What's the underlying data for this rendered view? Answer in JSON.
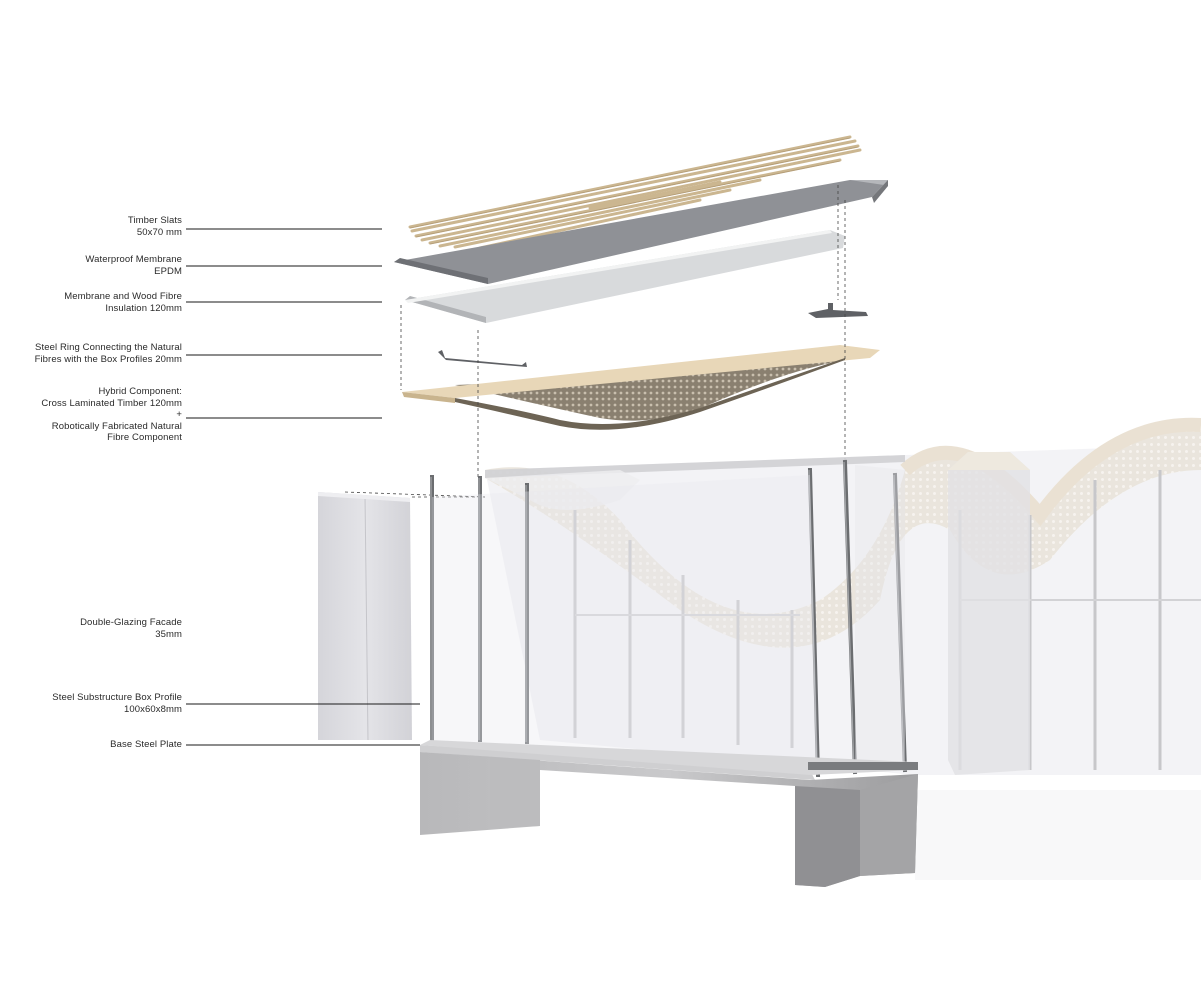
{
  "labels": {
    "timber_slats": {
      "line1": "Timber Slats",
      "line2": "50x70 mm"
    },
    "waterproof_membrane": {
      "line1": "Waterproof Membrane",
      "line2": "EPDM"
    },
    "membrane_insulation": {
      "line1": "Membrane and Wood Fibre",
      "line2": "Insulation 120mm"
    },
    "steel_ring": {
      "line1": "Steel Ring Connecting the Natural",
      "line2": "Fibres with the Box Profiles 20mm"
    },
    "hybrid_component": {
      "line1": "Hybrid Component:",
      "line2": "Cross Laminated Timber 120mm",
      "line3": "+",
      "line4": "Robotically Fabricated Natural",
      "line5": "Fibre Component"
    },
    "double_glazing": {
      "line1": "Double-Glazing Facade",
      "line2": "35mm"
    },
    "box_profile": {
      "line1": "Steel Substructure Box Profile",
      "line2": "100x60x8mm"
    },
    "base_plate": {
      "line1": "Base Steel Plate"
    }
  },
  "colors": {
    "leader_line": "#1a1a1a",
    "timber": "#dcc9a8",
    "membrane": "#8e9096",
    "insulation": "#dcdedf",
    "steel": "#6b6d70",
    "fibre": "#7d7363",
    "glass": "#e8e8ec",
    "concrete": "#a9a9ab"
  }
}
